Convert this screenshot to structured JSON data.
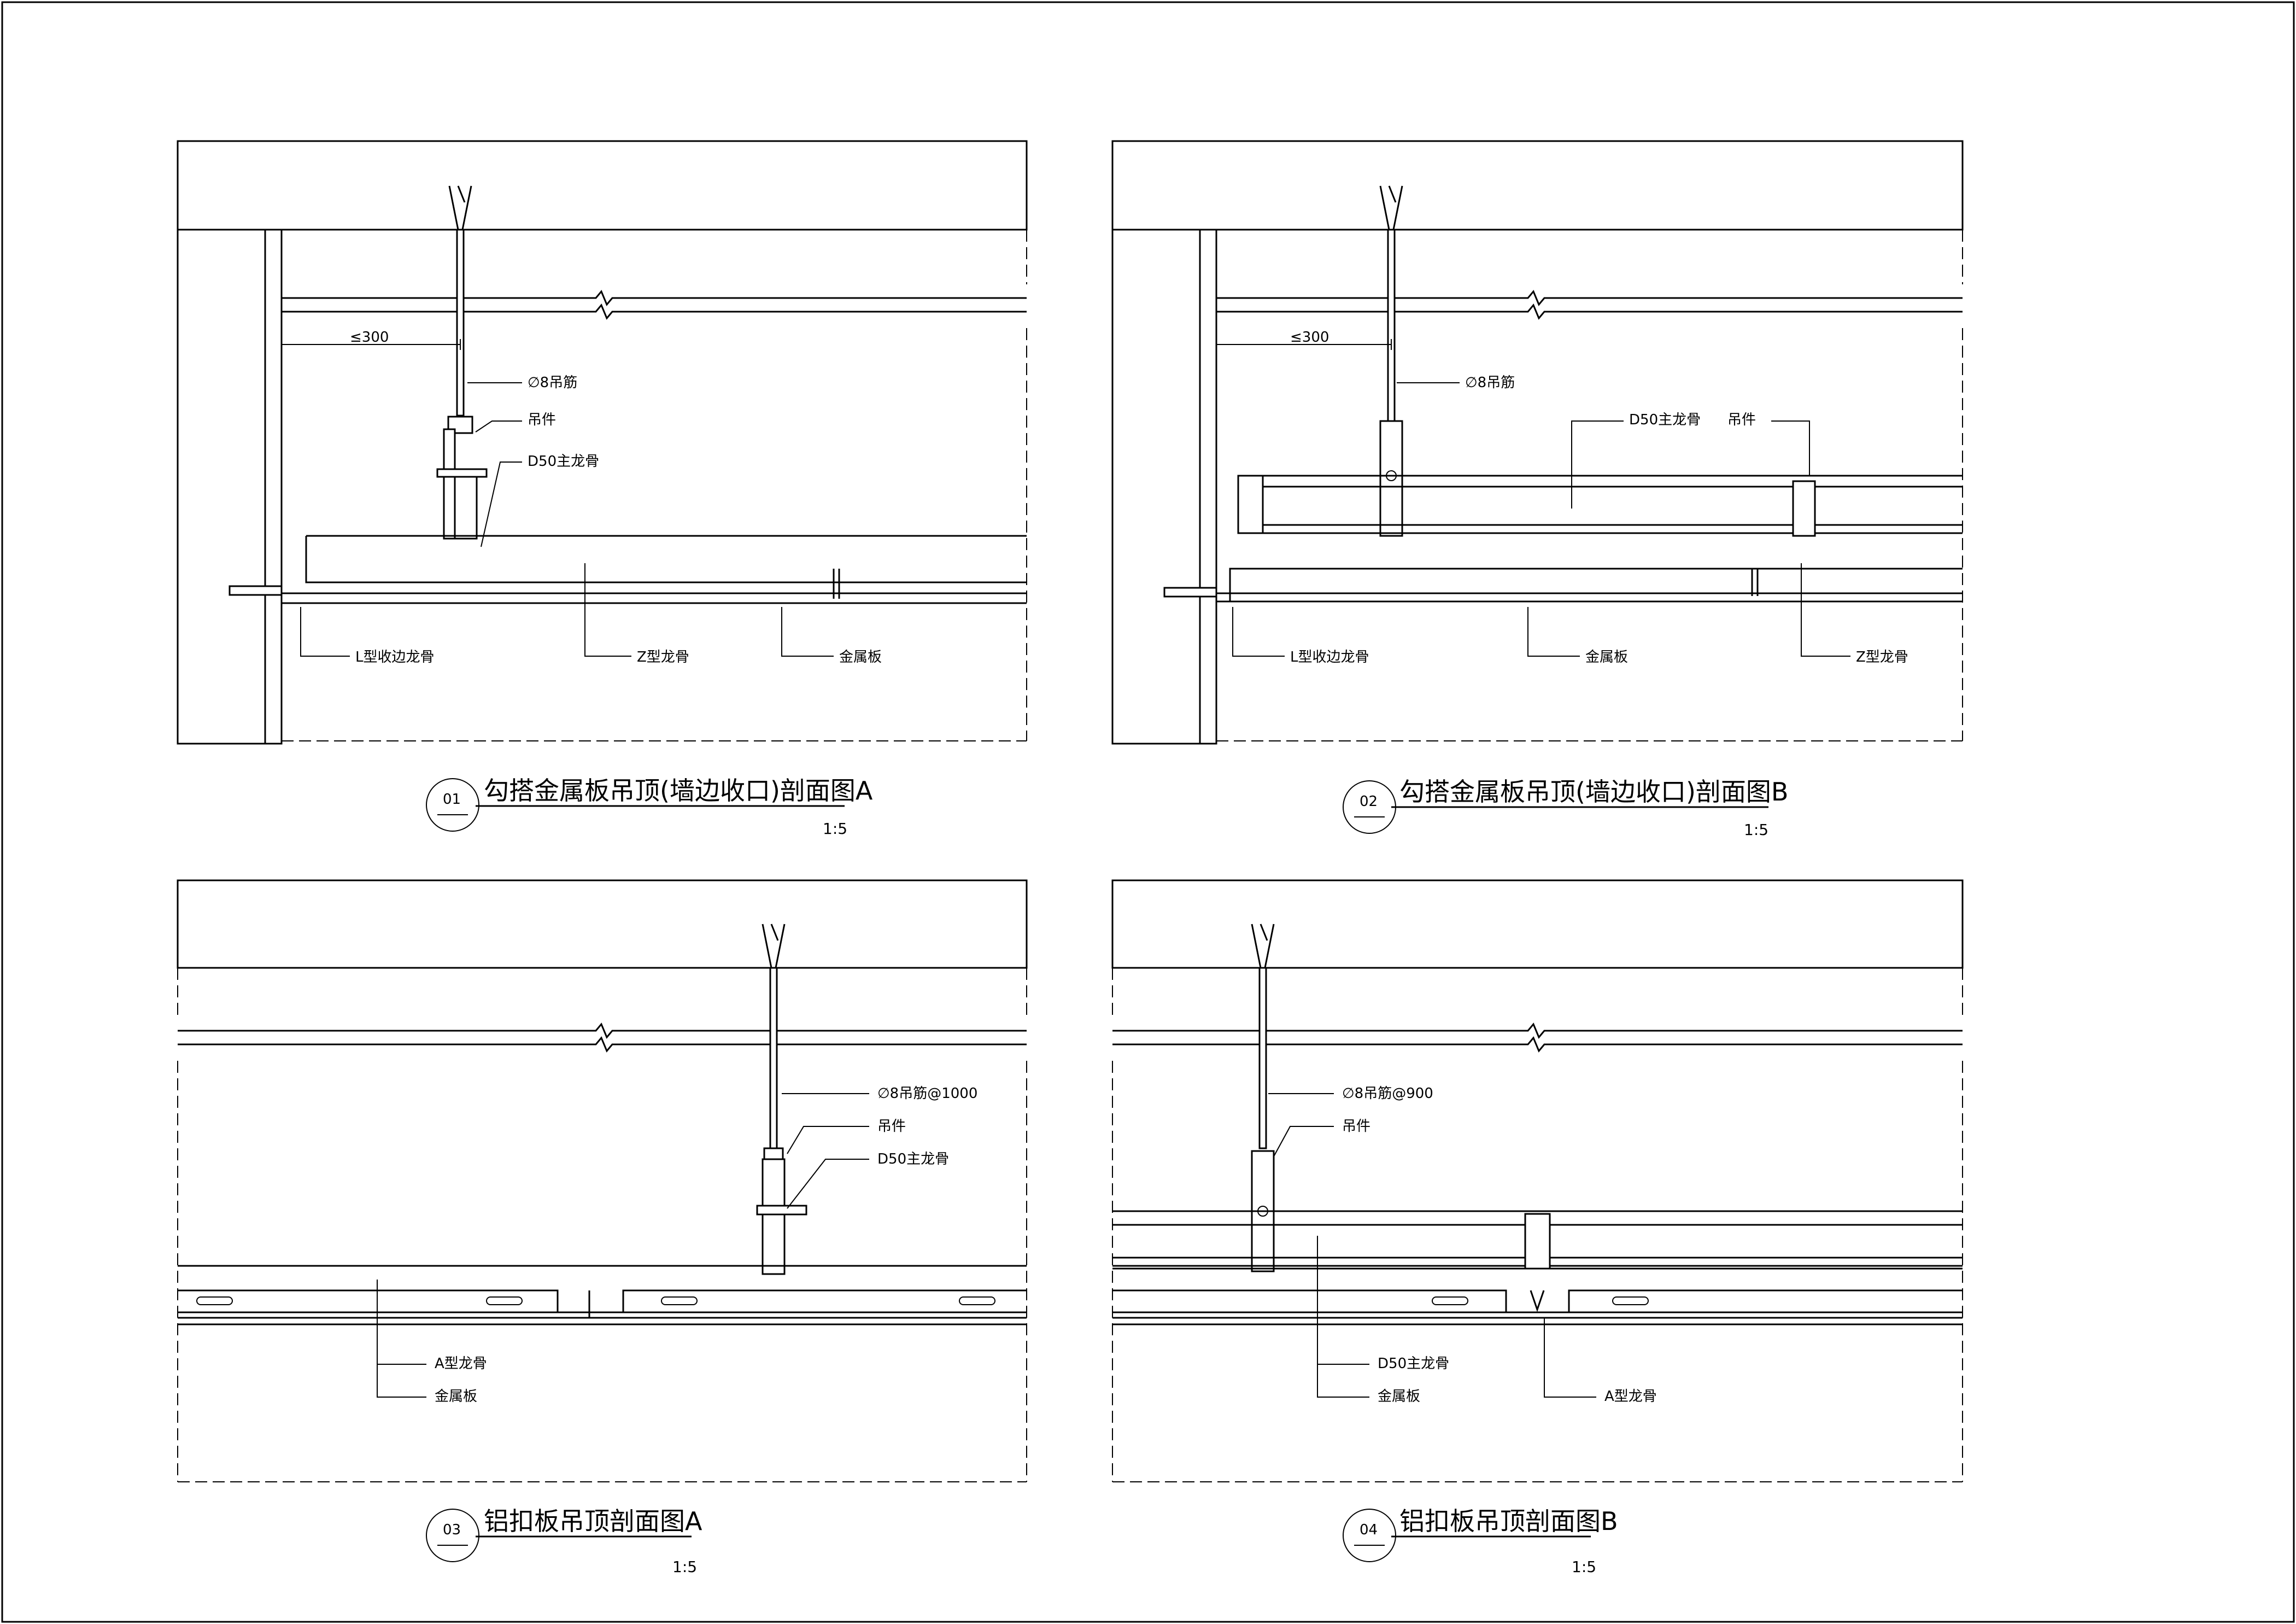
{
  "details": [
    {
      "number": "01",
      "title": "勾搭金属板吊顶(墙边收口)剖面图A",
      "scale": "1:5",
      "labels": {
        "spacing": "≤300",
        "hanger_rod": "∅8吊筋",
        "hanger": "吊件",
        "main_keel": "D50主龙骨",
        "l_keel": "L型收边龙骨",
        "z_keel": "Z型龙骨",
        "metal_panel": "金属板"
      }
    },
    {
      "number": "02",
      "title": "勾搭金属板吊顶(墙边收口)剖面图B",
      "scale": "1:5",
      "labels": {
        "spacing": "≤300",
        "hanger_rod": "∅8吊筋",
        "main_keel": "D50主龙骨",
        "hanger": "吊件",
        "l_keel": "L型收边龙骨",
        "metal_panel": "金属板",
        "z_keel": "Z型龙骨"
      }
    },
    {
      "number": "03",
      "title": "铝扣板吊顶剖面图A",
      "scale": "1:5",
      "labels": {
        "hanger_rod": "∅8吊筋@1000",
        "hanger": "吊件",
        "main_keel": "D50主龙骨",
        "a_keel": "A型龙骨",
        "metal_panel": "金属板"
      }
    },
    {
      "number": "04",
      "title": "铝扣板吊顶剖面图B",
      "scale": "1:5",
      "labels": {
        "hanger_rod": "∅8吊筋@900",
        "hanger": "吊件",
        "main_keel": "D50主龙骨",
        "metal_panel": "金属板",
        "a_keel": "A型龙骨"
      }
    }
  ]
}
